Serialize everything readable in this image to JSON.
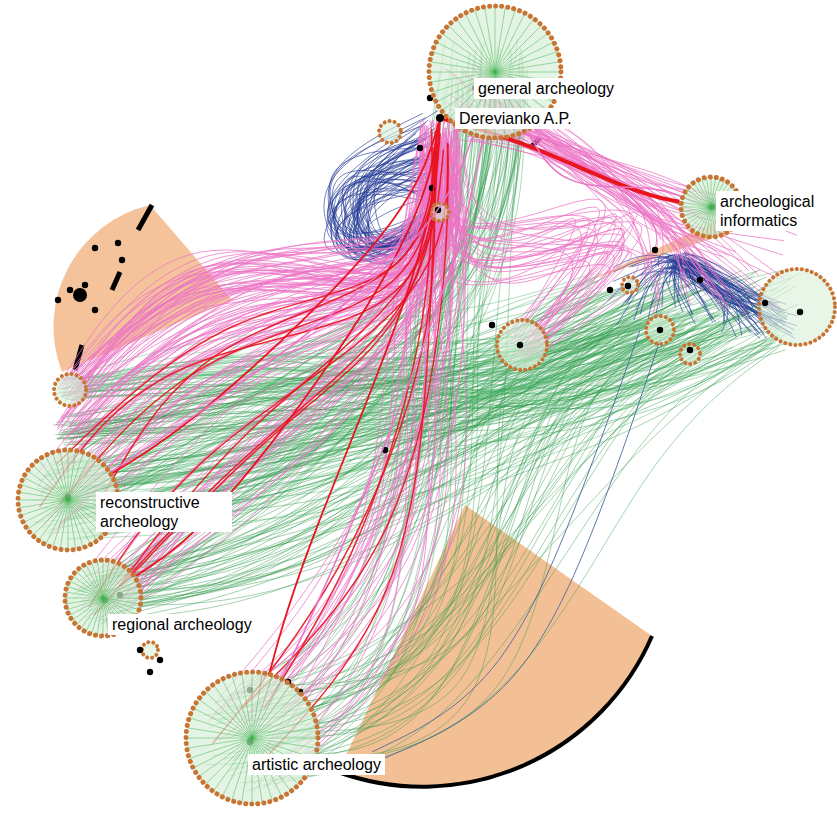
{
  "diagram": {
    "nodes": [
      {
        "text": [
          "general archeology"
        ]
      },
      {
        "text": [
          "Derevianko A.P."
        ]
      },
      {
        "text": [
          "archeological informatics"
        ]
      },
      {
        "text": [
          "reconstructive archeology"
        ]
      },
      {
        "text": [
          "regional archeology"
        ]
      },
      {
        "text": [
          "artistic archeology"
        ]
      }
    ],
    "edges": [
      {
        "from": 1,
        "to": 2,
        "arrow": "none"
      },
      {
        "from": 1,
        "to": 5,
        "arrow": "none"
      },
      {
        "from": 1,
        "to": 4,
        "arrow": "none"
      },
      {
        "from": 1,
        "to": 3,
        "arrow": "none"
      },
      {
        "from": 0,
        "to": 5,
        "arrow": "none"
      },
      {
        "from": 0,
        "to": 3,
        "arrow": "none"
      },
      {
        "from": 0,
        "to": 2,
        "arrow": "none"
      }
    ]
  }
}
